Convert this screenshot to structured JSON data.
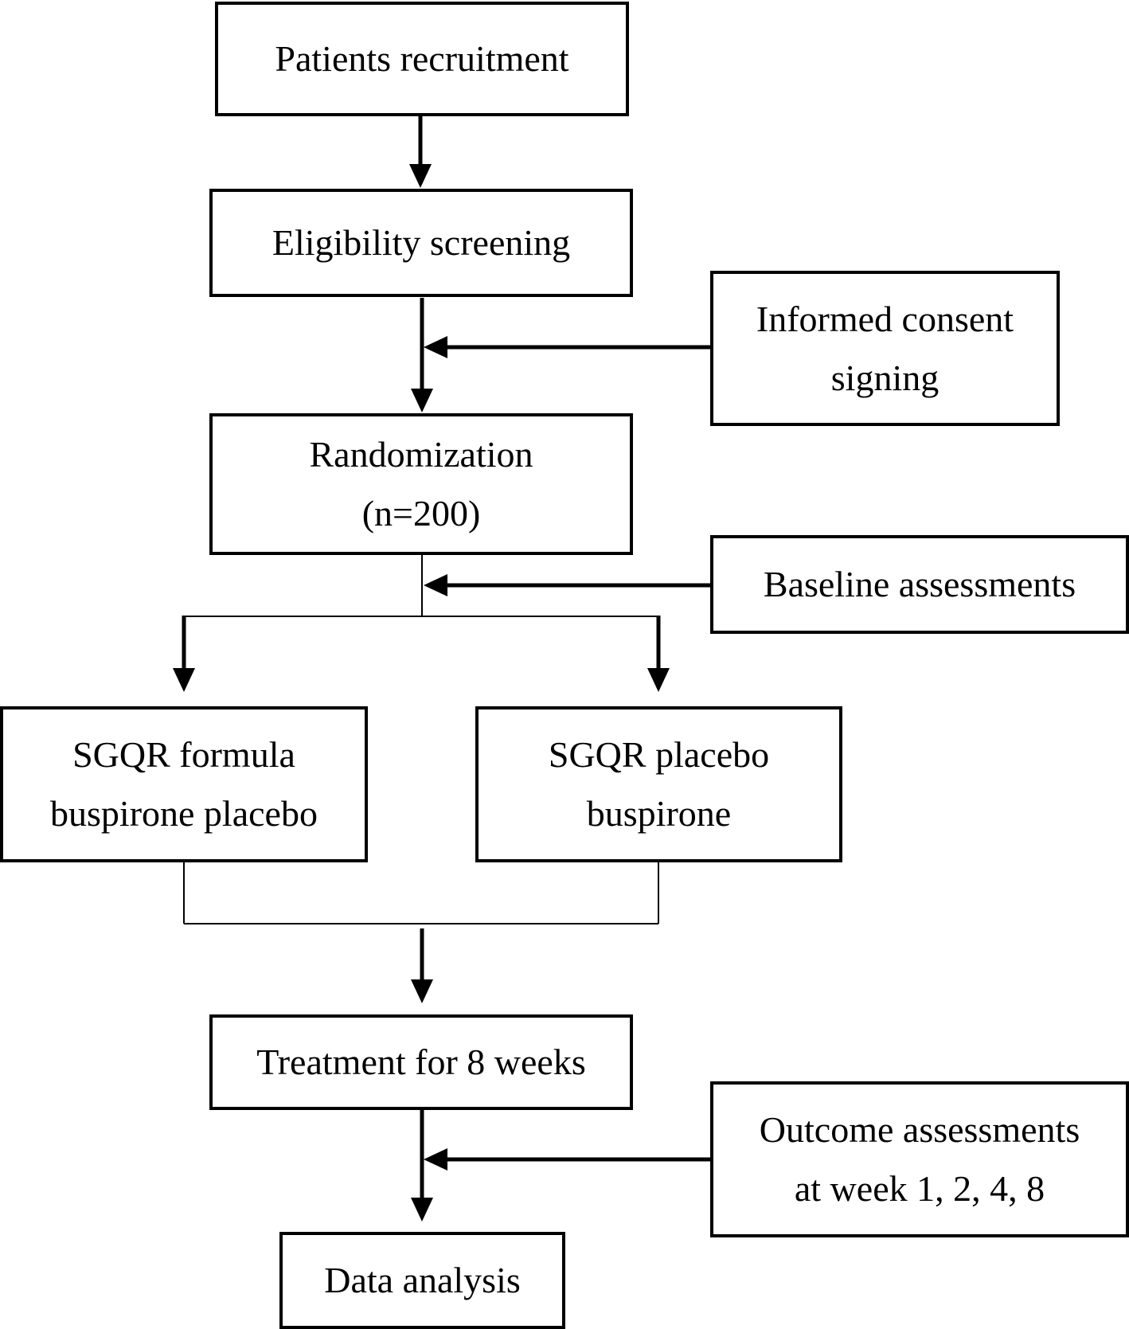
{
  "colors": {
    "line": "#000000",
    "box_fill": "#ffffff",
    "background": "#ffffff"
  },
  "boxes": {
    "recruitment": {
      "line1": "Patients recruitment"
    },
    "screening": {
      "line1": "Eligibility screening"
    },
    "consent": {
      "line1": "Informed consent",
      "line2": "signing"
    },
    "randomization": {
      "line1": "Randomization",
      "line2": "(n=200)"
    },
    "baseline": {
      "line1": "Baseline assessments"
    },
    "sgqr_formula": {
      "line1": "SGQR formula",
      "line2": "buspirone placebo"
    },
    "sgqr_placebo": {
      "line1": "SGQR placebo",
      "line2": "buspirone"
    },
    "treatment": {
      "line1": "Treatment for 8 weeks"
    },
    "outcome": {
      "line1": "Outcome assessments",
      "line2": "at week 1, 2, 4, 8"
    },
    "analysis": {
      "line1": "Data analysis"
    }
  }
}
